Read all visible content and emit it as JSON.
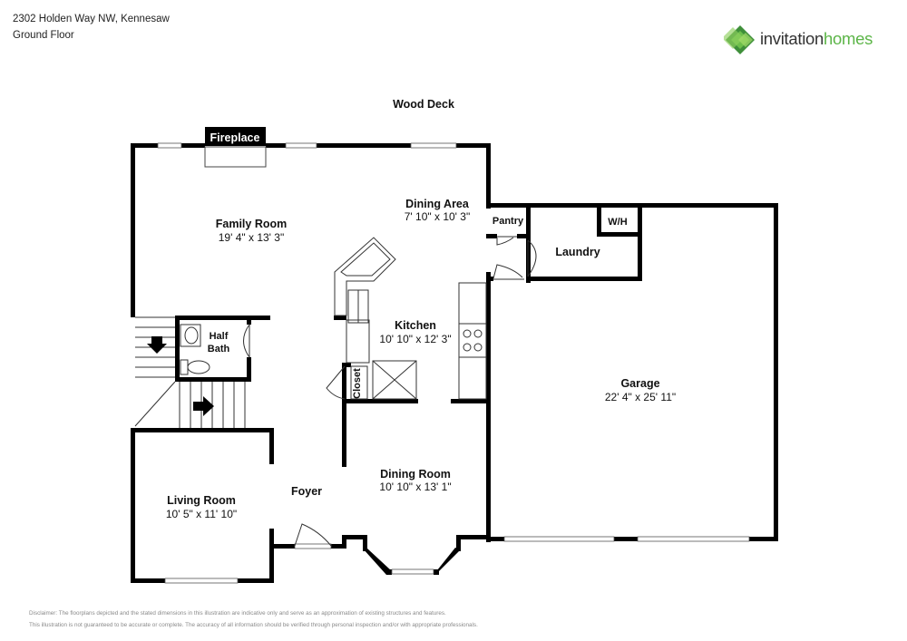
{
  "header": {
    "address": "2302 Holden Way NW, Kennesaw",
    "floor": "Ground Floor"
  },
  "brand": {
    "word1": "invitation",
    "word2": "homes",
    "accent": "#5cb548"
  },
  "plan": {
    "outside_label": "Wood Deck",
    "fireplace": "Fireplace",
    "rooms": {
      "family_room": {
        "name": "Family Room",
        "dims": "19' 4\" x 13' 3\""
      },
      "dining_area": {
        "name": "Dining Area",
        "dims": "7' 10\" x 10' 3\""
      },
      "pantry": {
        "name": "Pantry"
      },
      "wh": {
        "name": "W/H"
      },
      "laundry": {
        "name": "Laundry"
      },
      "kitchen": {
        "name": "Kitchen",
        "dims": "10' 10\" x 12' 3\""
      },
      "half_bath": {
        "name_line1": "Half",
        "name_line2": "Bath"
      },
      "closet": {
        "name": "Closet"
      },
      "garage": {
        "name": "Garage",
        "dims": "22' 4\" x 25' 11\""
      },
      "living_room": {
        "name": "Living Room",
        "dims": "10' 5\" x 11' 10\""
      },
      "foyer": {
        "name": "Foyer"
      },
      "dining_room": {
        "name": "Dining Room",
        "dims": "10' 10\" x 13' 1\""
      }
    }
  },
  "disclaimer": {
    "line1": "Disclaimer: The floorplans depicted and the stated dimensions in this illustration are indicative only and serve as an approximation of existing structures and features.",
    "line2": "This illustration is not guaranteed to be accurate or complete. The accuracy of all information should be verified through personal inspection and/or with appropriate professionals."
  }
}
